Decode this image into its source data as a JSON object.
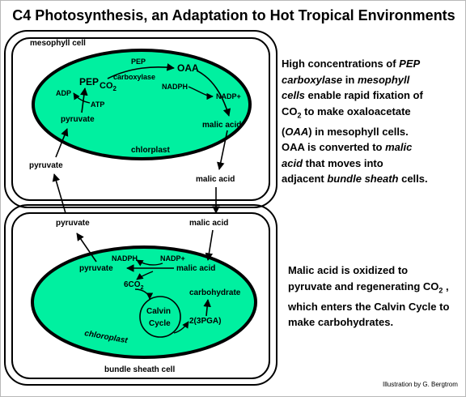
{
  "title": "C4 Photosynthesis, an Adaptation to Hot Tropical  Environments",
  "colors": {
    "chloroplast_fill": "#00f0a0",
    "outline": "#000000",
    "background": "#ffffff"
  },
  "mesophyll": {
    "cell_label": "mesophyll cell",
    "chloroplast_label": "chlorplast",
    "labels": {
      "pep_small": "PEP",
      "oaa": "OAA",
      "carboxylase": "carboxylase",
      "nadph": "NADPH",
      "nadp": "NADP+",
      "pep_large": "PEP",
      "co2": "CO",
      "co2_sub": "2",
      "adp": "ADP",
      "atp": "ATP",
      "pyruvate": "pyruvate",
      "malic_acid": "malic acid"
    },
    "outside_pyruvate": "pyruvate",
    "outside_malic_acid": "malic acid"
  },
  "transfer": {
    "pyruvate": "pyruvate",
    "malic_acid": "malic acid"
  },
  "bundle_sheath": {
    "cell_label": "bundle sheath cell",
    "chloroplast_label": "chloroplast",
    "labels": {
      "nadph": "NADPH",
      "nadp": "NADP+",
      "pyruvate": "pyruvate",
      "malic_acid": "malic acid",
      "co2": "6CO",
      "co2_sub": "2",
      "carbohydrate": "carbohydrate",
      "calvin1": "Calvin",
      "calvin2": "Cycle",
      "pga": "2(3PGA)"
    }
  },
  "side_text_1": {
    "l1a": "High concentrations of ",
    "l1b": "PEP",
    "l2a": "carboxylase",
    "l2b": "  in ",
    "l2c": "mesophyll",
    "l3a": "cells",
    "l3b": " enable rapid fixation of",
    "l4a": "CO",
    "l4sub": "2",
    "l4b": "  to make  oxaloacetate",
    "l5a": "(",
    "l5b": "OAA",
    "l5c": ") in mesophyll cells.",
    "l6a": "OAA is converted to ",
    "l6b": "malic",
    "l7a": "acid",
    "l7b": " that moves into",
    "l8a": "adjacent ",
    "l8b": "bundle sheath",
    "l8c": " cells."
  },
  "side_text_2": {
    "l1": "Malic acid is oxidized to",
    "l2a": "pyruvate and regenerating CO",
    "l2sub": "2",
    "l2b": " ,",
    "l3": "which enters the Calvin Cycle to",
    "l4": "make carbohydrates."
  },
  "credit": "Illustration by G. Bergtrom"
}
